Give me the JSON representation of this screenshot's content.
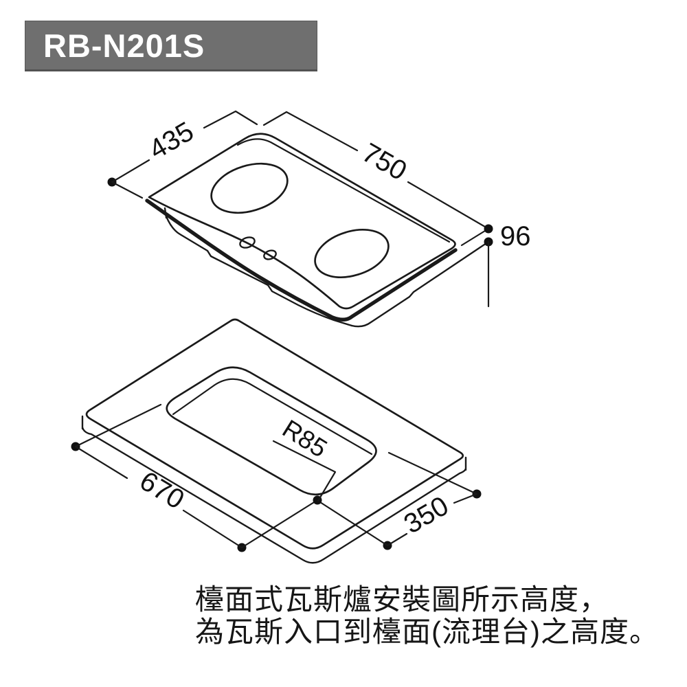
{
  "header": {
    "model": "RB-N201S",
    "bg_color": "#6f6f6f",
    "text_color": "#ffffff"
  },
  "stove_view": {
    "description": "isometric view of two-burner countertop gas hob",
    "dims": {
      "width": "435",
      "length": "750",
      "height": "96"
    }
  },
  "cutout_view": {
    "description": "isometric view of countertop cutout opening",
    "dims": {
      "length": "670",
      "depth": "350",
      "corner_radius": "R85"
    }
  },
  "caption": {
    "line1": "檯面式瓦斯爐安裝圖所示高度，",
    "line2": "為瓦斯入口到檯面(流理台)之高度。"
  },
  "colors": {
    "line": "#1a1a1a",
    "background": "#ffffff"
  }
}
